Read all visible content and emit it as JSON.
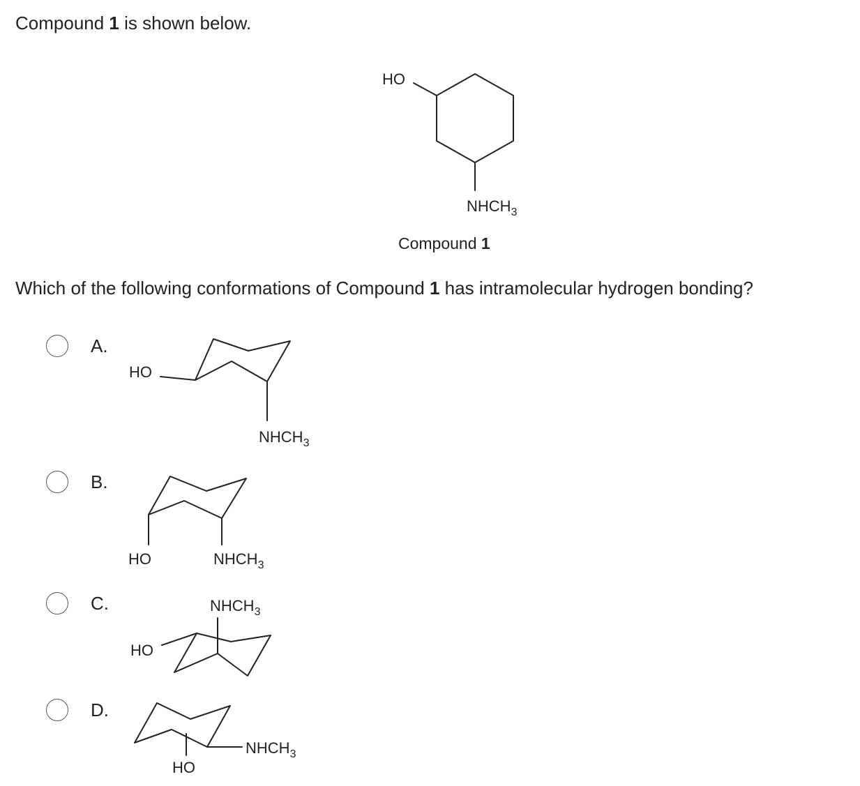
{
  "intro": {
    "prefix": "Compound ",
    "number": "1",
    "suffix": " is shown below."
  },
  "compound": {
    "ho_label": "HO",
    "amine_label": "NHCH",
    "amine_subscript": "3",
    "caption_prefix": "Compound ",
    "caption_number": "1"
  },
  "question": {
    "prefix": "Which of the following conformations of Compound ",
    "number": "1",
    "suffix": " has intramolecular hydrogen bonding?"
  },
  "options": [
    {
      "letter": "A.",
      "ho_label": "HO",
      "amine_label": "NHCH",
      "amine_subscript": "3"
    },
    {
      "letter": "B.",
      "ho_label": "HO",
      "amine_label": "NHCH",
      "amine_subscript": "3"
    },
    {
      "letter": "C.",
      "ho_label": "HO",
      "amine_label": "NHCH",
      "amine_subscript": "3"
    },
    {
      "letter": "D.",
      "ho_label": "HO",
      "amine_label": "NHCH",
      "amine_subscript": "3"
    }
  ]
}
